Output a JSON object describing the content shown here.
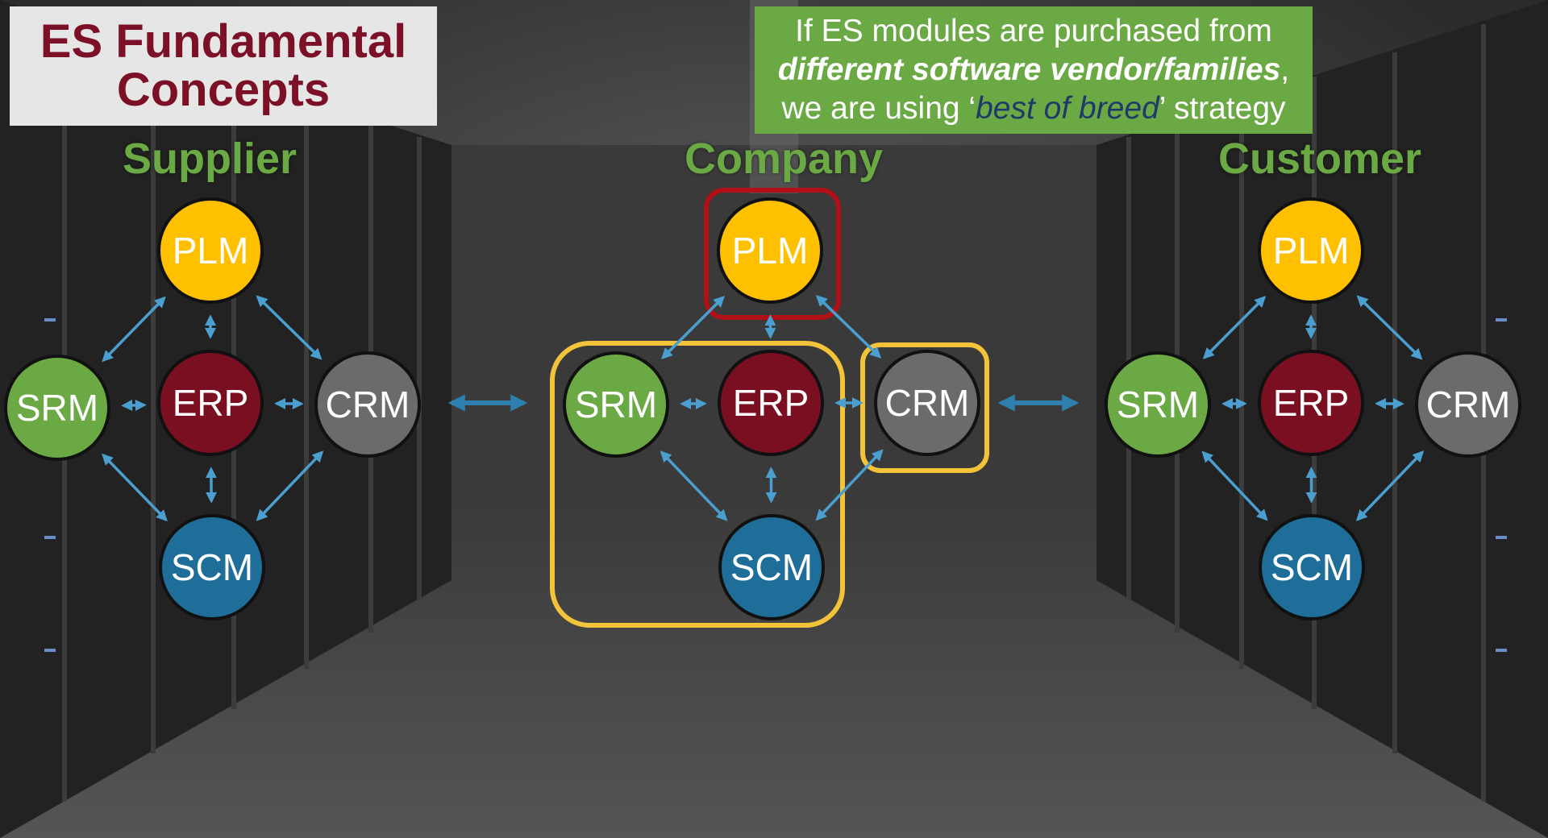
{
  "title": {
    "line1": "ES Fundamental",
    "line2": "Concepts"
  },
  "callout": {
    "line1": "If ES modules are purchased from",
    "line2_emph": "different software vendor/families",
    "line2_tail": ",",
    "line3_pre": "we are using ‘",
    "line3_emph": "best of breed",
    "line3_post": "’ strategy"
  },
  "groups": [
    {
      "id": "supplier",
      "title": "Supplier"
    },
    {
      "id": "company",
      "title": "Company"
    },
    {
      "id": "customer",
      "title": "Customer"
    }
  ],
  "modules": {
    "plm": {
      "label": "PLM",
      "color": "#ffc000"
    },
    "srm": {
      "label": "SRM",
      "color": "#6aa944"
    },
    "erp": {
      "label": "ERP",
      "color": "#7a0f21"
    },
    "crm": {
      "label": "CRM",
      "color": "#6b6b6b"
    },
    "scm": {
      "label": "SCM",
      "color": "#1f6e9a"
    }
  },
  "colors": {
    "title_text": "#7b1027",
    "group_title": "#6aa944",
    "arrow": "#4a9fd0",
    "highlight_yellow": "#f3c33a",
    "highlight_red": "#b01016"
  }
}
